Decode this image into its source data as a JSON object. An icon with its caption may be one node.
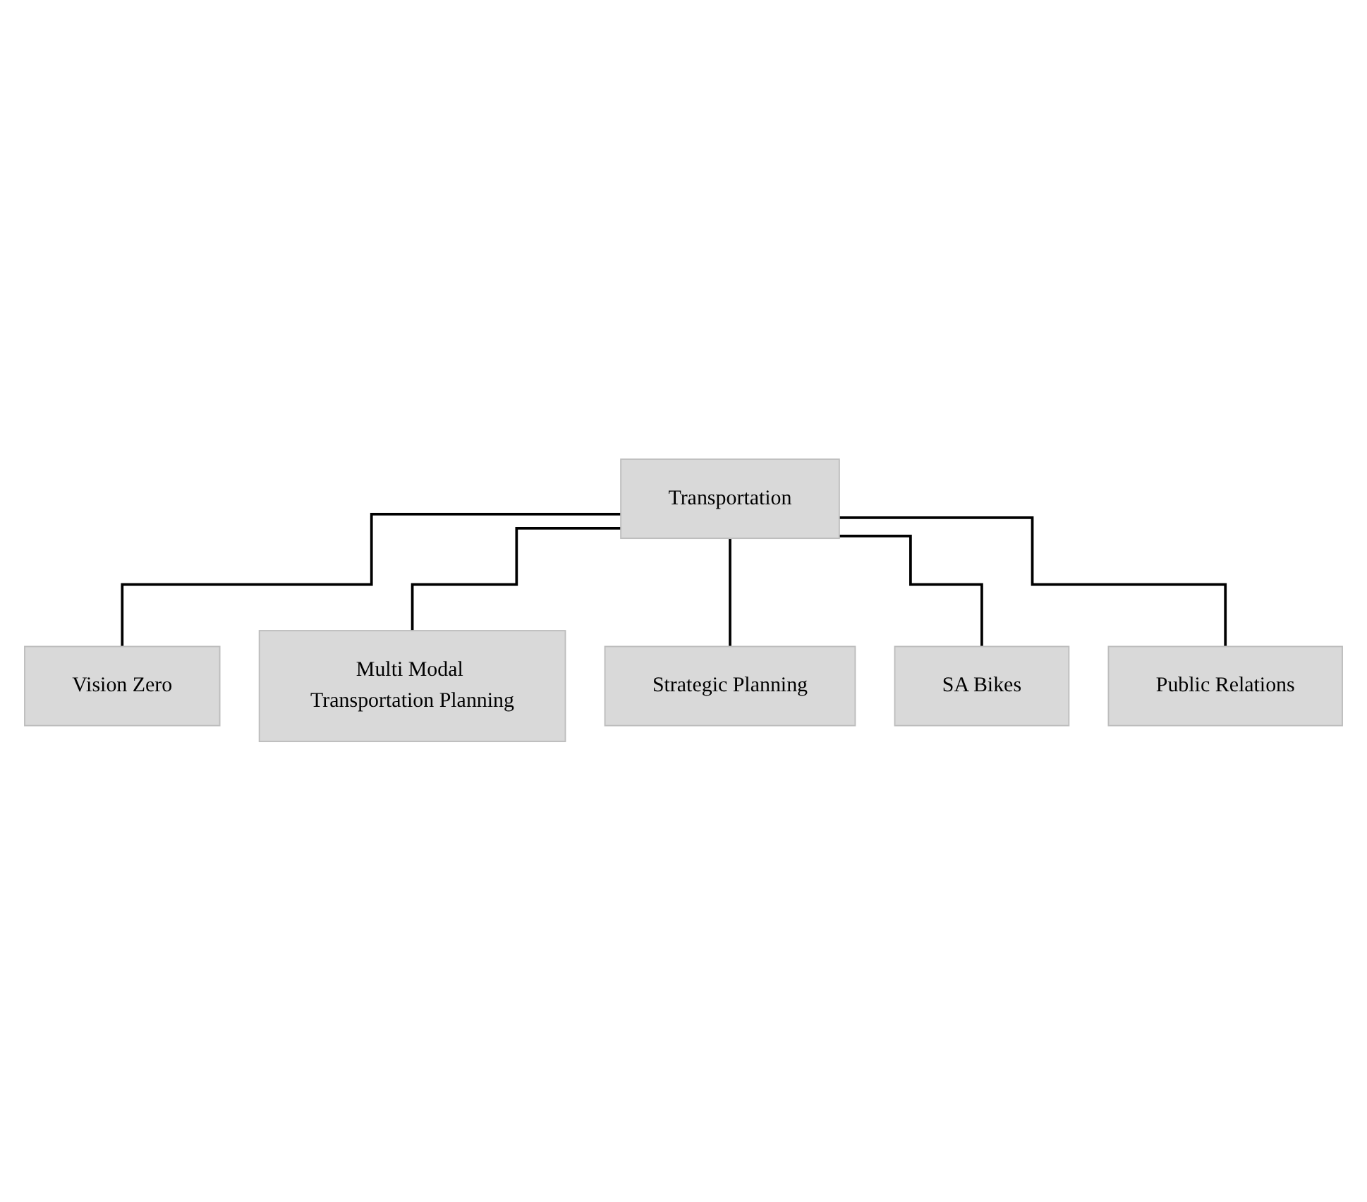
{
  "diagram": {
    "nodes": [
      {
        "text": [
          "Transportation"
        ]
      },
      {
        "text": [
          "Vision Zero"
        ]
      },
      {
        "text": [
          "Multi Modal Transportation Planning"
        ]
      },
      {
        "text": [
          "Strategic Planning"
        ]
      },
      {
        "text": [
          "SA Bikes"
        ]
      },
      {
        "text": [
          "Public Relations"
        ]
      }
    ],
    "edges": [
      {
        "from": 0,
        "to": 1,
        "arrow": "none"
      },
      {
        "from": 0,
        "to": 2,
        "arrow": "none"
      },
      {
        "from": 0,
        "to": 3,
        "arrow": "none"
      },
      {
        "from": 0,
        "to": 4,
        "arrow": "none"
      },
      {
        "from": 0,
        "to": 5,
        "arrow": "none"
      }
    ]
  }
}
